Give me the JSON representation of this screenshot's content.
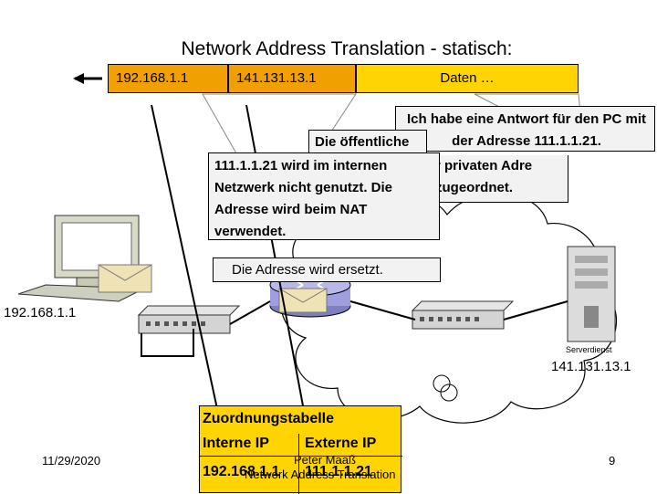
{
  "title": "Network Address Translation - statisch:",
  "packet": {
    "source_ip": "192.168.1.1",
    "dest_ip": "141.131.13.1",
    "payload": "Daten …"
  },
  "callouts": {
    "answer": "Ich habe eine Antwort für den PC mit der Adresse 111.1.1.21.",
    "public_partial": "Die öffentliche",
    "public_tail_1": "r privaten Adre",
    "public_tail_2": "zugeordnet.",
    "internal_line1": "111.1.1.21 wird im internen",
    "internal_line2": "Netzwerk nicht genutzt. Die",
    "internal_line3": "Adresse wird beim NAT",
    "internal_line4": "verwendet.",
    "replaced": "Die Adresse wird ersetzt."
  },
  "labels": {
    "pc_ip": "192.168.1.1",
    "server_ip": "141.131.13.1",
    "server_name": "Serverdienst"
  },
  "table": {
    "title": "Zuordnungstabelle",
    "header_internal": "Interne IP",
    "header_external": "Externe IP",
    "row_internal": "192.168.1.1",
    "row_external": "111.1.1.21"
  },
  "footer": {
    "date": "11/29/2020",
    "author": "Peter Maaß",
    "subject": "Network Address Translation",
    "page": "9"
  },
  "colors": {
    "packet_orange": "#f0a000",
    "packet_yellow": "#ffd400",
    "cloud": "#ffffff",
    "callout_bg": "#f2f2f2"
  }
}
